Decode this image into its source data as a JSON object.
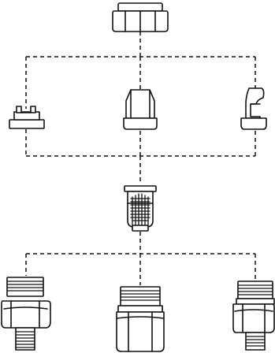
{
  "diagram": {
    "style": "line-art exploded assembly",
    "line_style": "dashed connector",
    "colors": {
      "ink": "#111111",
      "background": "#ffffff"
    },
    "parts": [
      {
        "id": "cap_nut",
        "icon": "hex-cap-nut"
      },
      {
        "id": "tip_flat",
        "icon": "flat-spray-tip"
      },
      {
        "id": "tip_cone",
        "icon": "cone-spray-tip"
      },
      {
        "id": "tip_deflector",
        "icon": "deflector-spray-tip"
      },
      {
        "id": "strainer",
        "icon": "mesh-strainer"
      },
      {
        "id": "body_left",
        "icon": "threaded-nozzle-body"
      },
      {
        "id": "body_center",
        "icon": "threaded-nozzle-body"
      },
      {
        "id": "body_right",
        "icon": "threaded-nozzle-body"
      }
    ],
    "connections": [
      [
        "cap_nut",
        "tip_flat"
      ],
      [
        "cap_nut",
        "tip_cone"
      ],
      [
        "cap_nut",
        "tip_deflector"
      ],
      [
        "tip_flat",
        "strainer"
      ],
      [
        "tip_cone",
        "strainer"
      ],
      [
        "tip_deflector",
        "strainer"
      ],
      [
        "strainer",
        "body_left"
      ],
      [
        "strainer",
        "body_center"
      ],
      [
        "strainer",
        "body_right"
      ]
    ]
  }
}
